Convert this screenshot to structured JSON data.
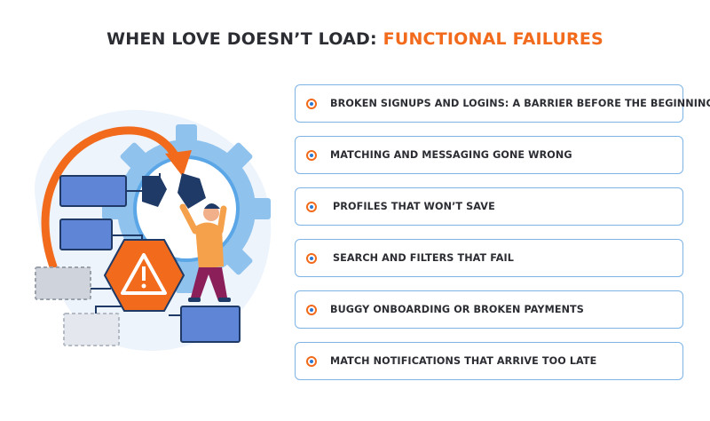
{
  "header": {
    "title_main": "WHEN LOVE DOESN’T LOAD: ",
    "title_accent": "FUNCTIONAL FAILURES"
  },
  "colors": {
    "accent": "#f26a1b",
    "dark_text": "#2b2d33",
    "border_blue": "#7eb3e6",
    "dot_blue": "#2b78d4"
  },
  "illustration": {
    "icons": [
      "gear-icon",
      "circular-arrow-icon",
      "warning-hexagon-icon",
      "flowchart-icon",
      "person-icon"
    ]
  },
  "failures": [
    {
      "label": "BROKEN SIGNUPS AND LOGINS: A BARRIER BEFORE THE BEGINNING"
    },
    {
      "label": "MATCHING AND MESSAGING GONE WRONG"
    },
    {
      "label": "PROFILES THAT WON’T SAVE"
    },
    {
      "label": "SEARCH AND FILTERS THAT FAIL"
    },
    {
      "label": "BUGGY ONBOARDING OR BROKEN PAYMENTS"
    },
    {
      "label": "MATCH NOTIFICATIONS THAT ARRIVE TOO LATE"
    }
  ]
}
